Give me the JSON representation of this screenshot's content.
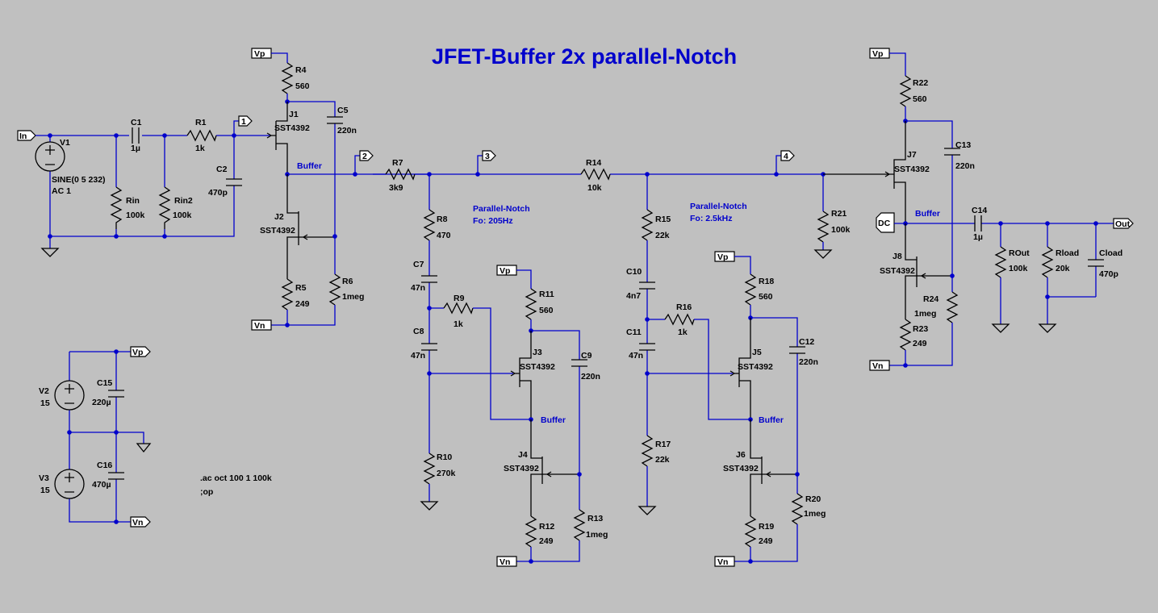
{
  "title": "JFET-Buffer 2x parallel-Notch",
  "directives": [
    ".ac oct 100 1 100k",
    ";op"
  ],
  "net_labels": {
    "buffer": "Buffer",
    "notch1_title": "Parallel-Notch",
    "notch1_freq": "Fo: 205Hz",
    "notch2_title": "Parallel-Notch",
    "notch2_freq": "Fo: 2.5kHz"
  },
  "ports": {
    "in": "In",
    "out": "Out",
    "dc": "DC",
    "vp": "Vp",
    "vn": "Vn",
    "p1": "1",
    "p2": "2",
    "p3": "3",
    "p4": "4"
  },
  "components": {
    "V1": {
      "name": "V1",
      "value": "SINE(0 5 232)",
      "value2": "AC 1"
    },
    "V2": {
      "name": "V2",
      "value": "15"
    },
    "V3": {
      "name": "V3",
      "value": "15"
    },
    "C1": {
      "name": "C1",
      "value": "1µ"
    },
    "C2": {
      "name": "C2",
      "value": "470p"
    },
    "C5": {
      "name": "C5",
      "value": "220n"
    },
    "C7": {
      "name": "C7",
      "value": "47n"
    },
    "C8": {
      "name": "C8",
      "value": "47n"
    },
    "C9": {
      "name": "C9",
      "value": "220n"
    },
    "C10": {
      "name": "C10",
      "value": "4n7"
    },
    "C11": {
      "name": "C11",
      "value": "47n"
    },
    "C12": {
      "name": "C12",
      "value": "220n"
    },
    "C13": {
      "name": "C13",
      "value": "220n"
    },
    "C14": {
      "name": "C14",
      "value": "1µ"
    },
    "C15": {
      "name": "C15",
      "value": "220µ"
    },
    "C16": {
      "name": "C16",
      "value": "470µ"
    },
    "Cload": {
      "name": "Cload",
      "value": "470p"
    },
    "R1": {
      "name": "R1",
      "value": "1k"
    },
    "Rin": {
      "name": "Rin",
      "value": "100k"
    },
    "Rin2": {
      "name": "Rin2",
      "value": "100k"
    },
    "R4": {
      "name": "R4",
      "value": "560"
    },
    "R5": {
      "name": "R5",
      "value": "249"
    },
    "R6": {
      "name": "R6",
      "value": "1meg"
    },
    "R7": {
      "name": "R7",
      "value": "3k9"
    },
    "R8": {
      "name": "R8",
      "value": "470"
    },
    "R9": {
      "name": "R9",
      "value": "1k"
    },
    "R10": {
      "name": "R10",
      "value": "270k"
    },
    "R11": {
      "name": "R11",
      "value": "560"
    },
    "R12": {
      "name": "R12",
      "value": "249"
    },
    "R13": {
      "name": "R13",
      "value": "1meg"
    },
    "R14": {
      "name": "R14",
      "value": "10k"
    },
    "R15": {
      "name": "R15",
      "value": "22k"
    },
    "R16": {
      "name": "R16",
      "value": "1k"
    },
    "R17": {
      "name": "R17",
      "value": "22k"
    },
    "R18": {
      "name": "R18",
      "value": "560"
    },
    "R19": {
      "name": "R19",
      "value": "249"
    },
    "R20": {
      "name": "R20",
      "value": "1meg"
    },
    "R21": {
      "name": "R21",
      "value": "100k"
    },
    "R22": {
      "name": "R22",
      "value": "560"
    },
    "R23": {
      "name": "R23",
      "value": "249"
    },
    "R24": {
      "name": "R24",
      "value": "1meg"
    },
    "ROut": {
      "name": "ROut",
      "value": "100k"
    },
    "Rload": {
      "name": "Rload",
      "value": "20k"
    },
    "J1": {
      "name": "J1",
      "value": "SST4392"
    },
    "J2": {
      "name": "J2",
      "value": "SST4392"
    },
    "J3": {
      "name": "J3",
      "value": "SST4392"
    },
    "J4": {
      "name": "J4",
      "value": "SST4392"
    },
    "J5": {
      "name": "J5",
      "value": "SST4392"
    },
    "J6": {
      "name": "J6",
      "value": "SST4392"
    },
    "J7": {
      "name": "J7",
      "value": "SST4392"
    },
    "J8": {
      "name": "J8",
      "value": "SST4392"
    }
  }
}
